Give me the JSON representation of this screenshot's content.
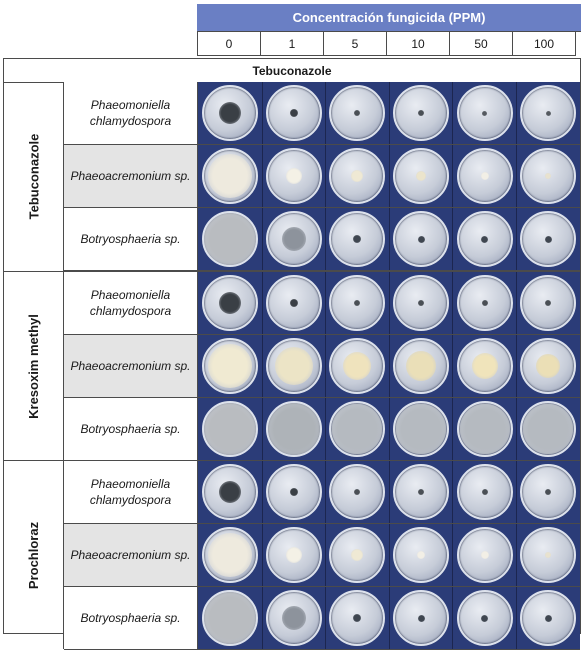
{
  "header": {
    "title": "Concentración fungicida (PPM)",
    "concentrations": [
      "0",
      "1",
      "5",
      "10",
      "50",
      "100"
    ]
  },
  "table_title": "Tebuconazole",
  "groups": [
    {
      "label": "Tebuconazole",
      "rows": [
        {
          "species": "Phaeomoniella chlamydospora",
          "shaded": false
        },
        {
          "species": "Phaeoacremonium sp.",
          "shaded": true
        },
        {
          "species": "Botryosphaeria sp.",
          "shaded": false
        }
      ]
    },
    {
      "label": "Kresoxim methyl",
      "rows": [
        {
          "species": "Phaeomoniella chlamydospora",
          "shaded": false
        },
        {
          "species": "Phaeoacremonium  sp.",
          "shaded": true
        },
        {
          "species": "Botryosphaeria sp.",
          "shaded": false
        }
      ]
    },
    {
      "label": "Prochloraz",
      "rows": [
        {
          "species": "Phaeomoniella chlamydospora",
          "shaded": false
        },
        {
          "species": "Phaeoacremonium sp.",
          "shaded": true
        },
        {
          "species": "Botryosphaeria sp.",
          "shaded": false
        }
      ]
    }
  ],
  "colors": {
    "header_band": "#6a7fc4",
    "plate_background": "#2b3c78",
    "shaded_row": "#e4e4e4"
  }
}
